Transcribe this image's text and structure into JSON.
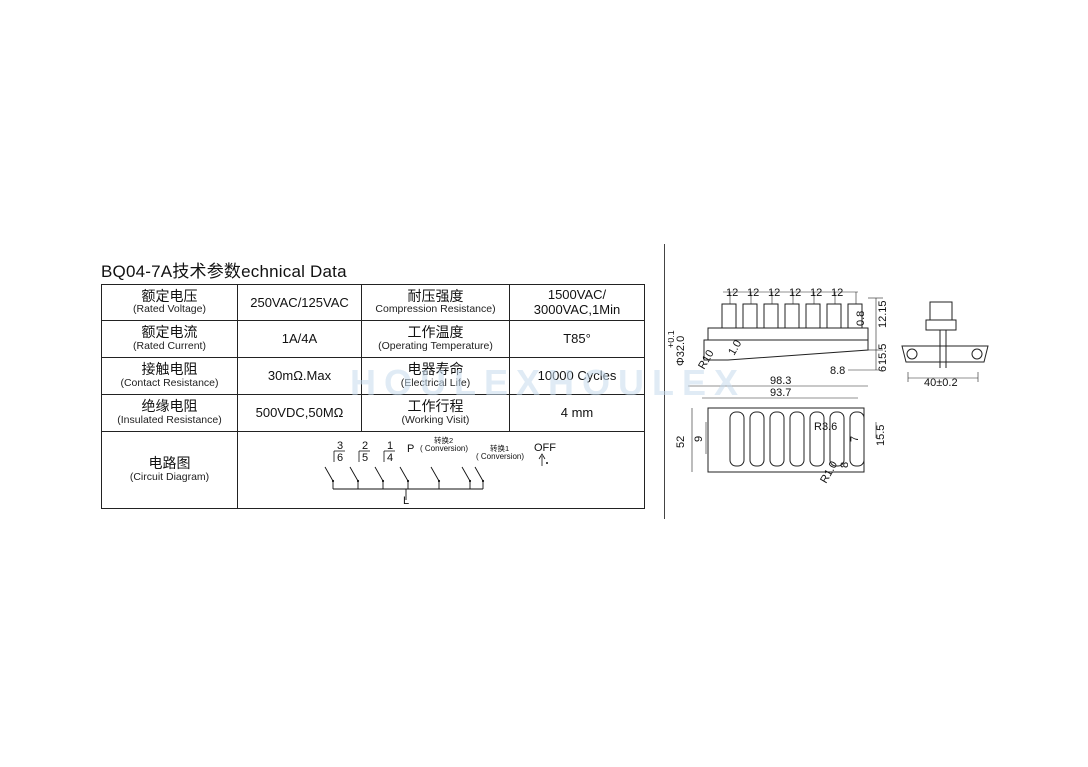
{
  "title": "BQ04-7A技术参数echnical Data",
  "watermark": "HOULEXHOULEX",
  "rows": [
    {
      "label_cn": "额定电压",
      "label_en": "(Rated Voltage)",
      "value": "250VAC/125VAC",
      "label2_cn": "耐压强度",
      "label2_en": "Compression Resistance)",
      "value2_line1": "1500VAC/",
      "value2_line2": "3000VAC,1Min"
    },
    {
      "label_cn": "额定电流",
      "label_en": "(Rated Current)",
      "value": "1A/4A",
      "label2_cn": "工作温度",
      "label2_en": "(Operating Temperature)",
      "value2": "T85°"
    },
    {
      "label_cn": "接触电阻",
      "label_en": "(Contact Resistance)",
      "value": "30mΩ.Max",
      "label2_cn": "电器寿命",
      "label2_en": "(Electrical Life)",
      "value2": "10000 Cycles"
    },
    {
      "label_cn": "绝缘电阻",
      "label_en": "(Insulated Resistance)",
      "value": "500VDC,50MΩ",
      "label2_cn": "工作行程",
      "label2_en": "(Working Visit)",
      "value2": "4 mm"
    },
    {
      "label_cn": "电路图",
      "label_en": "(Circuit Diagram)"
    }
  ],
  "circuit": {
    "pos_top": [
      "3",
      "2",
      "1",
      "P"
    ],
    "pos_bottom": [
      "6",
      "5",
      "4"
    ],
    "conv2_cn": "转换2",
    "conv2_en": "( Conversion)",
    "conv1_cn": "转换1",
    "conv1_en": "( Conversion)",
    "off": "OFF",
    "bus": "L"
  },
  "drawing": {
    "top_dims": [
      "12",
      "12",
      "12",
      "12",
      "12",
      "12"
    ],
    "dim_12_15": "12.15",
    "dim_0_8": "0.8",
    "dim_15_5": "15.5",
    "dim_6": "6",
    "dim_8_8": "8.8",
    "dim_phi": "Φ32.0",
    "dim_tol": "+0.1",
    "dim_r10": "R10",
    "dim_1_0": "1.0",
    "dim_98_3": "98.3",
    "dim_93_7": "93.7",
    "dim_52": "52",
    "dim_9": "9",
    "dim_r36": "R3.6",
    "dim_15_5b": "15.5",
    "dim_7": "7",
    "dim_r1_0": "R1.0",
    "dim_8": "8",
    "dim_40": "40±0.2"
  }
}
